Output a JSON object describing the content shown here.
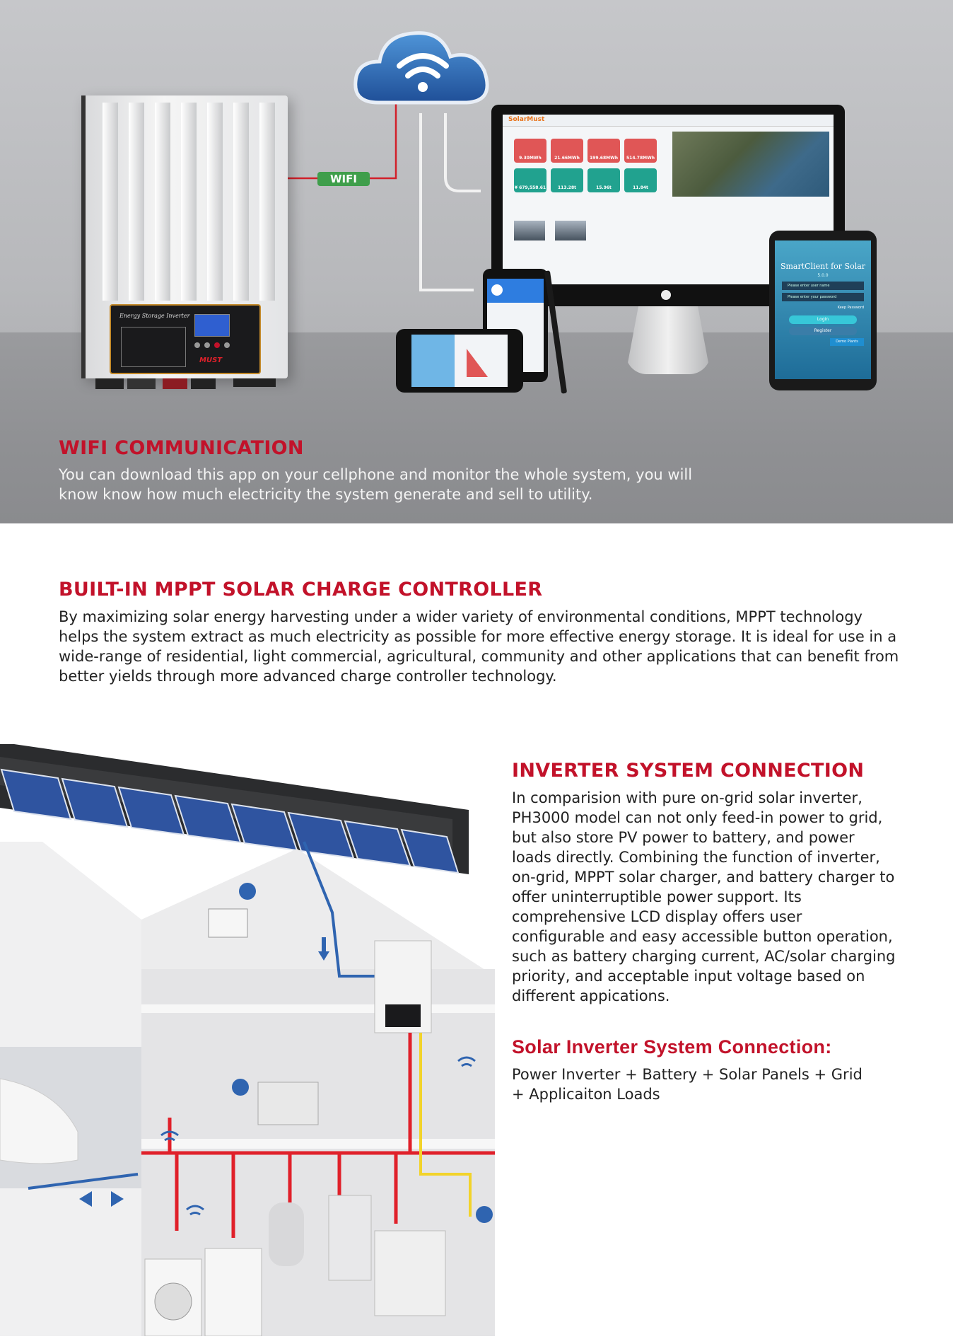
{
  "wifi_section": {
    "title": "WIFI COMMUNICATION",
    "body": "You can download this app on your cellphone and monitor the whole system, you will know know how much electricity the system generate and sell to utility.",
    "wifi_label": "WIFI",
    "inverter_label": "Energy Storage Inverter",
    "inverter_brand": "MUST",
    "desktop_app": {
      "brand": "SolarMust",
      "stats_top": [
        "9.30MWh",
        "21.66MWh",
        "199.68MWh",
        "514.78MWh"
      ],
      "stats_bottom": [
        "¥ 679,558.61",
        "113.28t",
        "15.96t",
        "11.84t"
      ]
    },
    "tablet_app": {
      "title": "SmartClient for Solar",
      "version": "5.0.0",
      "username_placeholder": "Please enter user name",
      "password_placeholder": "Please enter your password",
      "keep_password": "Keep Password",
      "login": "Login",
      "register": "Register",
      "demo": "Demo Plants"
    }
  },
  "mppt_section": {
    "title": "BUILT-IN MPPT SOLAR CHARGE CONTROLLER",
    "body": "By maximizing solar energy harvesting under a wider variety of environmental conditions, MPPT technology helps the system extract as much electricity as possible for more effective energy storage. It is ideal for use in a wide-range of residential, light commercial, agricultural, community and other applications that can benefit from better yields through more advanced charge controller technology."
  },
  "inverter_section": {
    "title": "INVERTER SYSTEM CONNECTION",
    "body": "In comparision with pure on-grid solar inverter, PH3000 model can not only feed-in power to grid, but also store PV power to battery, and power loads directly. Combining the function of inverter, on-grid, MPPT solar charger, and battery charger to offer uninterruptible power support. Its comprehensive LCD display offers user configurable and easy accessible button operation, such as battery charging current, AC/solar charging priority, and acceptable input voltage based on different appications."
  },
  "connection_section": {
    "title": "Solar Inverter System Connection:",
    "body": "Power Inverter + Battery + Solar Panels + Grid + Applicaiton Loads"
  },
  "colors": {
    "accent": "#c2122a",
    "wifi_green": "#3f9e4b",
    "cloud_blue": "#2f6fb6",
    "power_red": "#e0202a",
    "signal_yellow": "#f2d32a",
    "pv_blue": "#2f64b0"
  }
}
